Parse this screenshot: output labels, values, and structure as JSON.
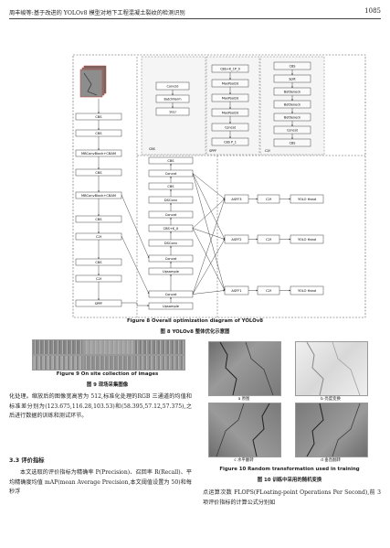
{
  "header": {
    "left": "周丰峻等:基于改进的 YOLOv8 模型对地下工程混凝土裂纹的检测识别",
    "page_no": "1085"
  },
  "diagram": {
    "backbone": [
      "CBS",
      "CBS",
      "MBConvBlock+CBAM",
      "CBS",
      "MBConvBlock+CBAM",
      "CBS",
      "C2f",
      "CBS",
      "C2f",
      "SPPF"
    ],
    "neck": [
      "CBS",
      "Concat",
      "CBS",
      "DSConv",
      "Concat",
      "CBS+K_X",
      "DSConv",
      "Concat",
      "Upsample",
      "Concat",
      "Upsample"
    ],
    "heads": [
      {
        "asff": "ASFF3",
        "c2f": "C2f",
        "yolo": "YOLO Head"
      },
      {
        "asff": "ASFF2",
        "c2f": "C2f",
        "yolo": "YOLO Head"
      },
      {
        "asff": "ASFF1",
        "c2f": "C2f",
        "yolo": "YOLO Head"
      }
    ],
    "cbs_box": {
      "items": [
        "Conv2d",
        "BatchNorm",
        "SiLU"
      ],
      "label": "CBS"
    },
    "sppf_box": {
      "items": [
        "CBS+K_1P_0",
        "MaxPool2d",
        "MaxPool2d",
        "MaxPool2d",
        "Concat",
        "CBS P_1"
      ],
      "label": "SPPF"
    },
    "c2f_box": {
      "items": [
        "CBS",
        "Split",
        "Bottleneck",
        "Bottleneck",
        "Bottleneck",
        "Concat",
        "CBS"
      ],
      "label": "C2f"
    }
  },
  "fig8": {
    "en": "Figure 8    Overall optimization diagram of YOLOv8",
    "zh": "图 8    YOLOv8 整体优化示意图"
  },
  "fig9": {
    "en": "Figure 9    On site collection of images",
    "zh": "图 9    现场采集图像"
  },
  "fig10": {
    "subs": [
      "a 原图",
      "b 亮度变换",
      "c 水平翻转",
      "d 垂直翻转"
    ],
    "en": "Figure 10    Random transformation used in training",
    "zh": "图 10    训练中采用的随机变换"
  },
  "left_text": "化处理。缩放后的图像宽高皆为 512,标准化处理的RGB 三通道的均值和标准差分别为(123.675,116.28,103.53)和(58.395,57.12,57.375),之后进行数据的训练和测试环节。",
  "section": "3.3   评价指标",
  "left_text2": "本文选取的评价指标为精确率 P(Precision)、召回率 R(Recall)、平均精确度均值 mAP(mean Average Precision,本文阈值设置为 50)和每秒浮",
  "right_text": "点运算次数 FLOPS(FLoating-point Operations Per Second),前 3 项评价指标的计算公式分别如"
}
